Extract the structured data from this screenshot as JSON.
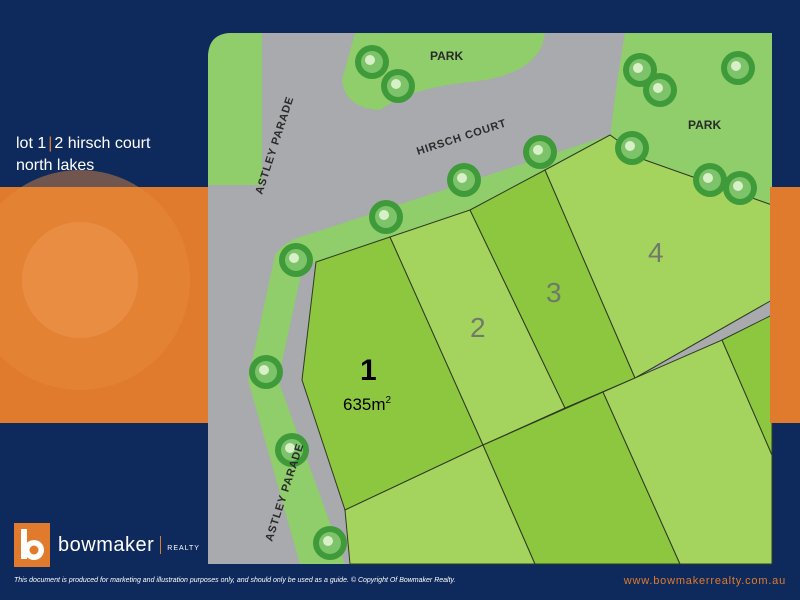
{
  "header": {
    "lot": "lot 1",
    "separator": "|",
    "address": "2 hirsch court",
    "suburb": "north lakes"
  },
  "map": {
    "road_astley_top": "ASTLEY PARADE",
    "road_hirsch": "HIRSCH COURT",
    "road_astley_bottom": "ASTLEY PARADE",
    "park_top": "PARK",
    "park_right": "PARK"
  },
  "lots": [
    {
      "number": "1",
      "area": "635m",
      "area_unit_sup": "2"
    },
    {
      "number": "2"
    },
    {
      "number": "3"
    },
    {
      "number": "4"
    }
  ],
  "footer": {
    "brand": "bowmaker",
    "brand_sub": "REALTY",
    "disclaimer": "This document is produced for marketing and illustration purposes only, and should only be used as a guide. © Copyright Of Bowmaker Realty.",
    "website": "www.bowmakerrealty.com.au"
  },
  "colors": {
    "navy": "#0e2a5c",
    "orange": "#e07a2c",
    "lot_dark_green": "#8dc63f",
    "lot_light_green": "#a5d45e",
    "park_green": "#8fce6b",
    "road_grey": "#a8aaad"
  }
}
